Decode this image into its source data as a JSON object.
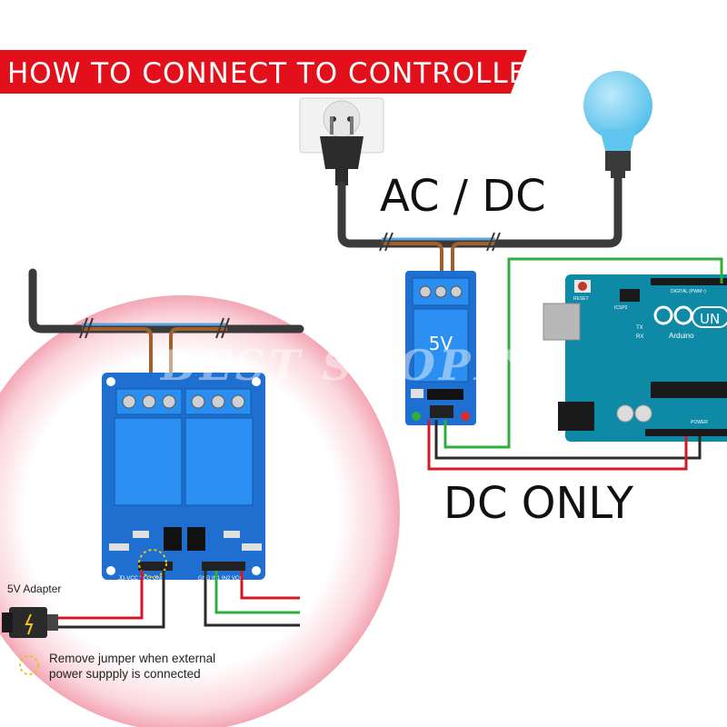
{
  "banner": {
    "title": "HOW TO CONNECT TO CONTROLLER",
    "color": "#e3101b"
  },
  "labels": {
    "ac_dc": "AC / DC",
    "dc_only": "DC ONLY",
    "relay_voltage": "5V",
    "adapter": "5V Adapter"
  },
  "note": {
    "line1": "Remove jumper when external",
    "line2": "power suppply is connected"
  },
  "arduino": {
    "logo_text": "UN",
    "brand": "Arduino",
    "reset": "RESET",
    "icsp": "ICSP2",
    "tx": "TX",
    "rx": "RX",
    "digital": "DIGITAL (PWM~)",
    "power": "POWER"
  },
  "dual_relay": {
    "pins_left": "JD-VCC VCC GND",
    "pins_right": "GND IN1 IN2 VCC"
  },
  "watermark": "BEST SHOPIN",
  "colors": {
    "board_blue": "#1f6fd0",
    "arduino_teal": "#0f8aa6",
    "wire_brown": "#a0602d",
    "wire_blue": "#5aa6e0",
    "wire_red": "#d21a26",
    "wire_green": "#2fae3e",
    "bulb": "#5fc7ef"
  }
}
